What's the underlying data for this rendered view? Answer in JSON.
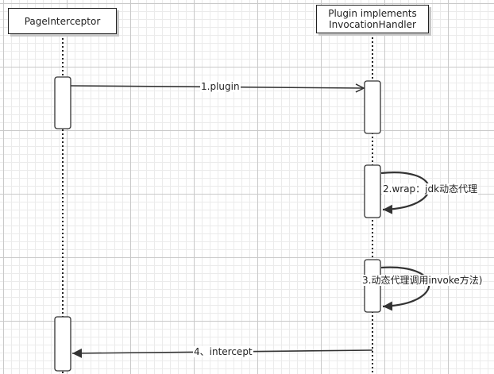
{
  "participants": {
    "a": {
      "lines": [
        "PageInterceptor"
      ]
    },
    "b": {
      "lines": [
        "Plugin implements",
        "InvocationHandler"
      ]
    }
  },
  "messages": [
    {
      "label": "1.plugin",
      "from": "a",
      "to": "b",
      "style": "solid",
      "arrowhead": "open"
    },
    {
      "label": "2.wrap：jdk动态代理",
      "from": "b",
      "to": "b",
      "style": "self",
      "arrowhead": "filled"
    },
    {
      "label": "3.动态代理调用invoke方法)",
      "from": "b",
      "to": "b",
      "style": "self",
      "arrowhead": "filled"
    },
    {
      "label": "4、intercept",
      "from": "b",
      "to": "a",
      "style": "solid",
      "arrowhead": "filled"
    }
  ],
  "colors": {
    "line": "#333333",
    "grid_major": "#c9c9c9",
    "grid_minor": "#ebebeb",
    "shadow": "#c7c7c7"
  }
}
